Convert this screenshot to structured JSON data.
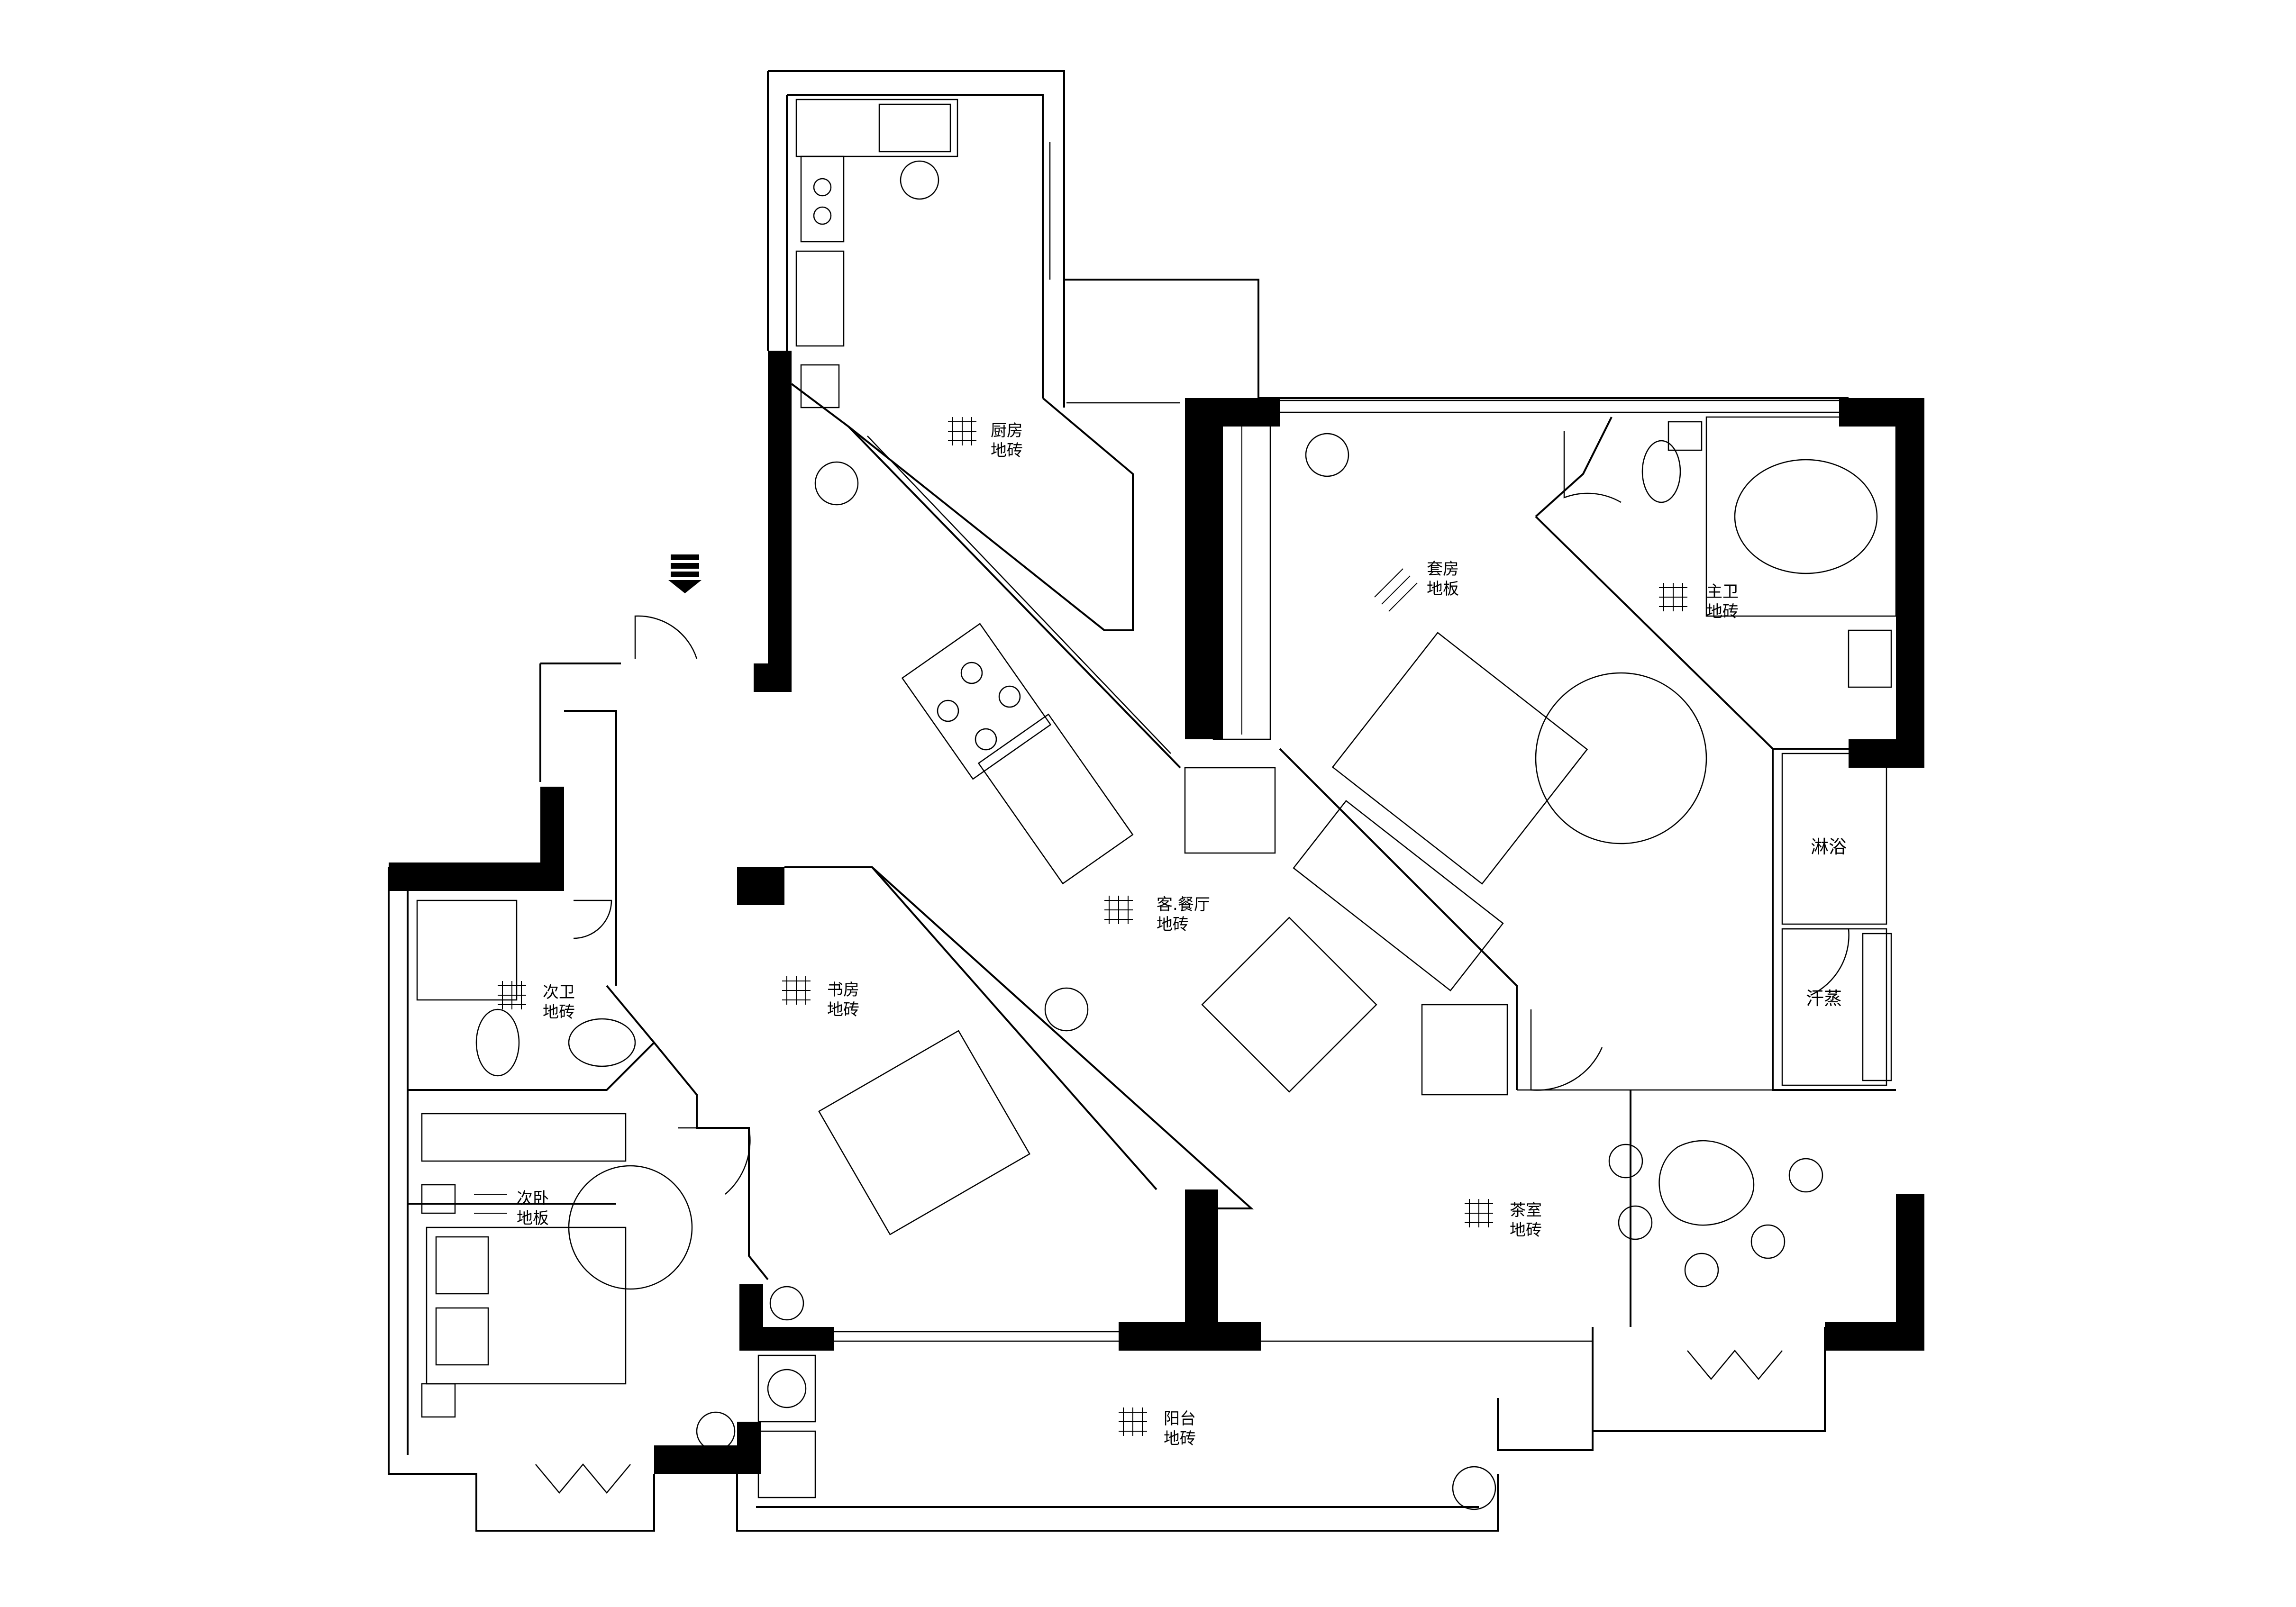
{
  "rooms": {
    "kitchen": {
      "name": "厨房",
      "floor": "地砖"
    },
    "suite": {
      "name": "套房",
      "floor": "地板"
    },
    "master_bath": {
      "name": "主卫",
      "floor": "地砖"
    },
    "living_dining": {
      "name": "客.餐厅",
      "floor": "地砖"
    },
    "study": {
      "name": "书房",
      "floor": "地砖"
    },
    "second_bath": {
      "name": "次卫",
      "floor": "地砖"
    },
    "second_bedroom": {
      "name": "次卧",
      "floor": "地板"
    },
    "tea_room": {
      "name": "茶室",
      "floor": "地砖"
    },
    "balcony": {
      "name": "阳台",
      "floor": "地砖"
    },
    "shower": {
      "name": "淋浴"
    },
    "sauna": {
      "name": "汗蒸"
    }
  },
  "icons": {
    "entrance": "entrance-arrow-icon",
    "plant": "plant-icon",
    "door": "door-swing-icon"
  }
}
